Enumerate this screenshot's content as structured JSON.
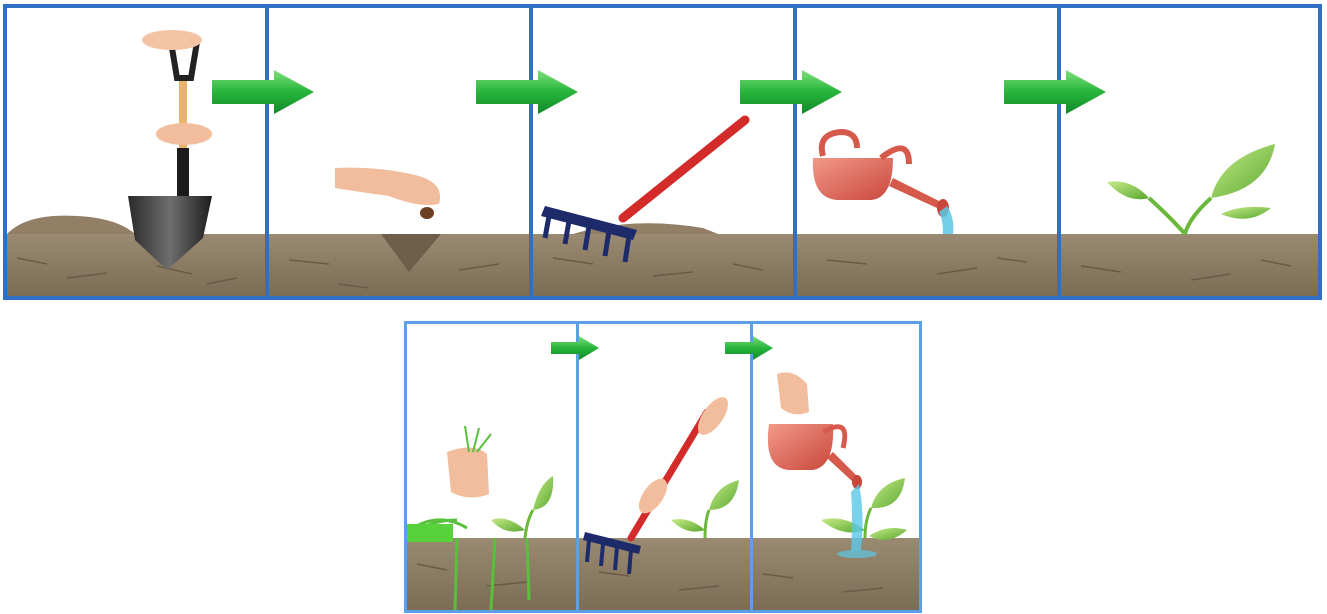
{
  "diagram": {
    "top_row": {
      "steps": [
        {
          "id": "dig",
          "icon": "shovel-icon"
        },
        {
          "id": "sow",
          "icon": "seed-icon"
        },
        {
          "id": "rake",
          "icon": "rake-icon"
        },
        {
          "id": "water",
          "icon": "watering-can-icon"
        },
        {
          "id": "sprout",
          "icon": "seedling-icon"
        }
      ]
    },
    "bottom_row": {
      "steps": [
        {
          "id": "weed",
          "icon": "weed-icon"
        },
        {
          "id": "loosen",
          "icon": "rake-icon"
        },
        {
          "id": "water-plant",
          "icon": "watering-can-icon"
        }
      ]
    },
    "colors": {
      "frame_top": "#2f6fc4",
      "frame_bottom": "#5aa0e6",
      "arrow": "#22b43a",
      "soil": "#8b7a63",
      "leaf": "#7cc142"
    }
  }
}
